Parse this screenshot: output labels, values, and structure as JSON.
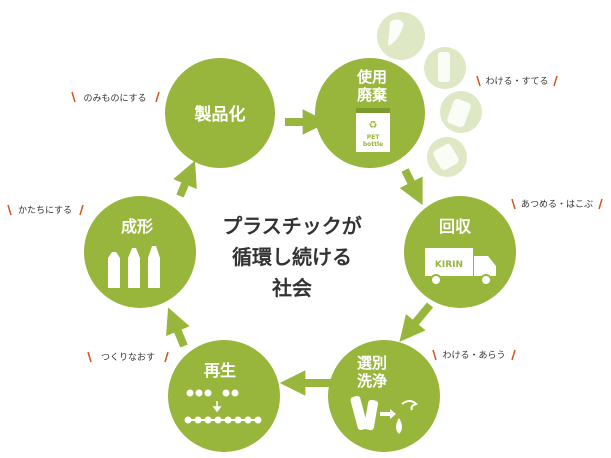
{
  "center": {
    "lines": [
      "プラスチックが",
      "循環し続ける",
      "社会"
    ]
  },
  "nodes": {
    "use": {
      "title_lines": [
        "使用",
        "廃棄"
      ],
      "bin_label": [
        "PET",
        "bottle"
      ],
      "tag": "わける・すてる"
    },
    "collect": {
      "title": "回収",
      "truck_label": "KIRIN",
      "tag": "あつめる・はこぶ"
    },
    "sort": {
      "title_lines": [
        "選別",
        "洗浄"
      ],
      "tag": "わける・あらう"
    },
    "recycle": {
      "title": "再生",
      "tag": "つくりなおす"
    },
    "form": {
      "title": "成形",
      "tag": "かたちにする"
    },
    "product": {
      "title": "製品化",
      "tag": "のみものにする"
    }
  },
  "colors": {
    "node": "#98b53c",
    "node_light": "#d9e4b8",
    "arrow": "#98b53c",
    "tag_mark": "#d9541e",
    "text": "#333333"
  }
}
